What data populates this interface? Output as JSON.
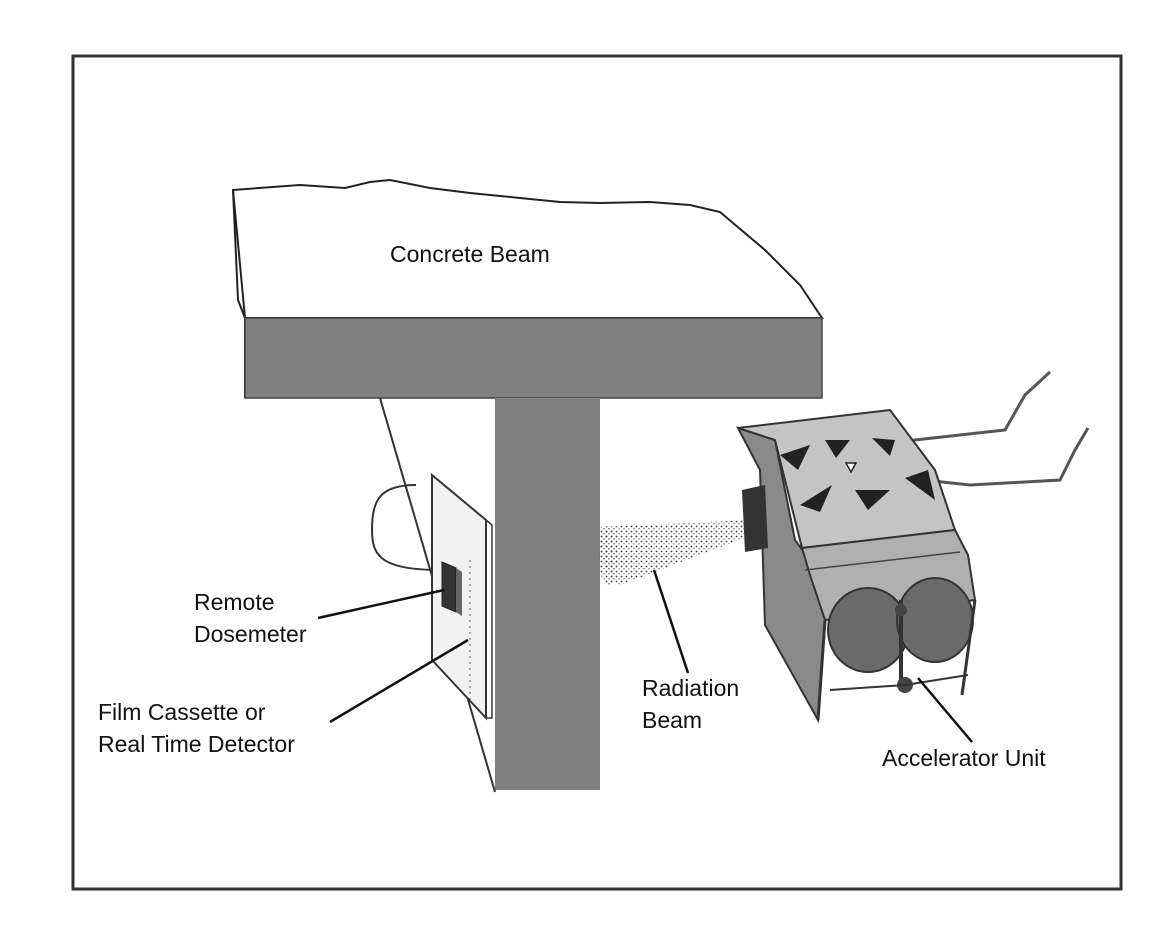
{
  "labels": {
    "concrete_beam": "Concrete Beam",
    "remote_dosemeter_line1": "Remote",
    "remote_dosemeter_line2": "Dosemeter",
    "film_line1": "Film Cassette or",
    "film_line2": "Real Time Detector",
    "radiation_line1": "Radiation",
    "radiation_line2": "Beam",
    "accelerator": "Accelerator Unit"
  },
  "colors": {
    "frame": "#333333",
    "beam_face": "#808080",
    "beam_top": "#ffffff",
    "unit_body": "#9a9a9a",
    "unit_top": "#c4c4c4",
    "text": "#111111"
  }
}
